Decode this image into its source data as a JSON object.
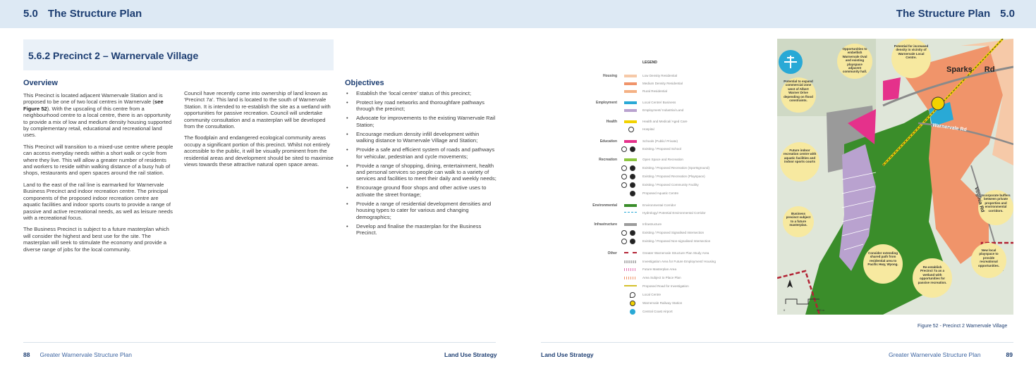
{
  "header": {
    "section_number": "5.0",
    "section_title": "The Structure Plan"
  },
  "page_title": "5.6.2 Precinct 2 – Warnervale Village",
  "overview": {
    "heading": "Overview",
    "col1": [
      "This Precinct is located adjacent Warnervale Station and is proposed to be one of two local centres in Warnervale (",
      "see Figure 52",
      "). With the upscaling of this centre from a neighbourhood centre to a local centre, there is an opportunity to provide a mix of low and medium density housing supported by complementary retail, educational and recreational land uses.",
      "This Precinct will transition to a mixed-use centre where people can access everyday needs within a short walk or cycle from where they live. This will allow a greater number of residents and workers to reside within walking distance of a busy hub of shops, restaurants and open spaces around the rail station.",
      "Land to the east of the rail line is earmarked for Warnervale Business Precinct and indoor recreation centre. The principal components of the proposed indoor recreation centre are aquatic facilities and indoor sports courts to provide a range of passive and active recreational needs, as well as leisure needs with a recreational focus.",
      "The Business Precinct is subject to a future masterplan which will consider the highest and best use for the site. The masterplan will seek to stimulate the economy and provide a diverse range of jobs for the local community."
    ],
    "col2": [
      "Council have recently come into ownership of land known as ‘Precinct 7a’. This land is located to the south of Warnervale Station. It is intended to re-establish the site as a wetland with opportunities for passive recreation. Council will undertake community consultation and a masterplan will be developed from the consultation.",
      "The floodplain and endangered ecological community areas occupy a significant portion of this precinct. Whilst not entirely accessible to the public, it will be visually prominent from the residential areas and development should be sited to maximise views towards these attractive natural open space areas."
    ]
  },
  "objectives": {
    "heading": "Objectives",
    "items": [
      "Establish the ‘local centre’ status of this precinct;",
      "Protect key road networks and thoroughfare pathways through the precinct;",
      "Advocate for improvements to the existing Warnervale Rail Station;",
      "Encourage medium density infill development within walking distance to Warnervale Village and Station;",
      "Provide a safe and efficient system of roads and pathways for vehicular, pedestrian and cycle movements;",
      "Provide a range of shopping, dining, entertainment, health and personal services so people can walk to a variety of services and facilities to meet their daily and weekly needs;",
      "Encourage ground floor shops and other active uses to activate the street frontage;",
      "Provide a range of residential development densities and housing types to cater for various and changing demographics;",
      "Develop and finalise the masterplan for the Business Precinct."
    ]
  },
  "footer": {
    "left_page": "88",
    "right_page": "89",
    "doc_title": "Greater Warnervale Structure Plan",
    "chapter": "Land Use Strategy"
  },
  "legend": {
    "title": "LEGEND",
    "categories": {
      "housing": "Housing",
      "employment": "Employment",
      "health": "Health",
      "education": "Education",
      "recreation": "Recreation",
      "environmental": "Environmental",
      "infrastructure": "Infrastructure",
      "other": "Other"
    },
    "items": [
      "Low Density Residential",
      "Medium Density Residential",
      "Rural Residential",
      "Local Centre/ Business",
      "Employment/ Industrial Land",
      "Health and Medical/ Aged Care",
      "Hospital",
      "Schools (Public/ Private)",
      "Existing / Proposed School",
      "Open Space and Recreation",
      "Existing / Proposed Recreation (Sportsground)",
      "Existing / Proposed Recreation (Playspace)",
      "Existing / Proposed Community Facility",
      "Proposed Aquatic Centre",
      "Environmental Corridor",
      "Hydrology/ Potential Environmental Corridor",
      "Infrastructure",
      "Existing / Proposed Signalised Intersection",
      "Existing / Proposed Non-signalised Intersection",
      "Greater Warnervale Structure Plan Study Area",
      "Investigation Area for Future Employment/ Housing",
      "Future Masterplan Area",
      "Area Subject to Place Plan",
      "Proposed Road for Investigation",
      "Local Centre",
      "Warnervale Railway Station",
      "Central Coast Airport"
    ],
    "colors": {
      "low_density": "#f6c9a8",
      "medium_density": "#f0946a",
      "rural": "#f4b184",
      "local_centre": "#29a9d6",
      "employment": "#b9a2cf",
      "health": "#f2d200",
      "schools": "#e5318b",
      "open_space": "#8cc63f",
      "environmental": "#3a8d2a",
      "hydrology": "#29a9d6",
      "infrastructure": "#9b9b9b",
      "study_area": "#b22234",
      "investigation": "#b5b5b5",
      "future_masterplan": "#e06fb0",
      "place_plan": "#f0946a",
      "proposed_road": "#d4c02c"
    }
  },
  "map": {
    "road_sparks": "Sparks",
    "road_sparks_rd": "Rd",
    "road_warnervale": "Warnervale Rd",
    "road_virginia": "Virginia Rd",
    "scale_start": "0",
    "scale_end": "500 m",
    "callouts": [
      "Potential for increased density in vicinity of Warnervale Local Centre.",
      "Opportunities to embellish Warnervale Oval and existing playspace adjacent community hall.",
      "Potential to expand commercial zone west of Albert Warner Drive depending on flood constraints.",
      "Future indoor recreation centre with aquatic facilities and indoor sports courts",
      "Business precinct subject to a future masterplan.",
      "Incorporate buffers between private properties and environmental corridors.",
      "New local playspace to provide recreational opportunities.",
      "Re-establish Precinct 7a as a wetland with opportunities for passive recreation.",
      "Consider extending shared path from residential area to Pacific Hwy, Wyong."
    ]
  },
  "figure_caption": "Figure 52 - Precinct 2 Warnervale Village"
}
